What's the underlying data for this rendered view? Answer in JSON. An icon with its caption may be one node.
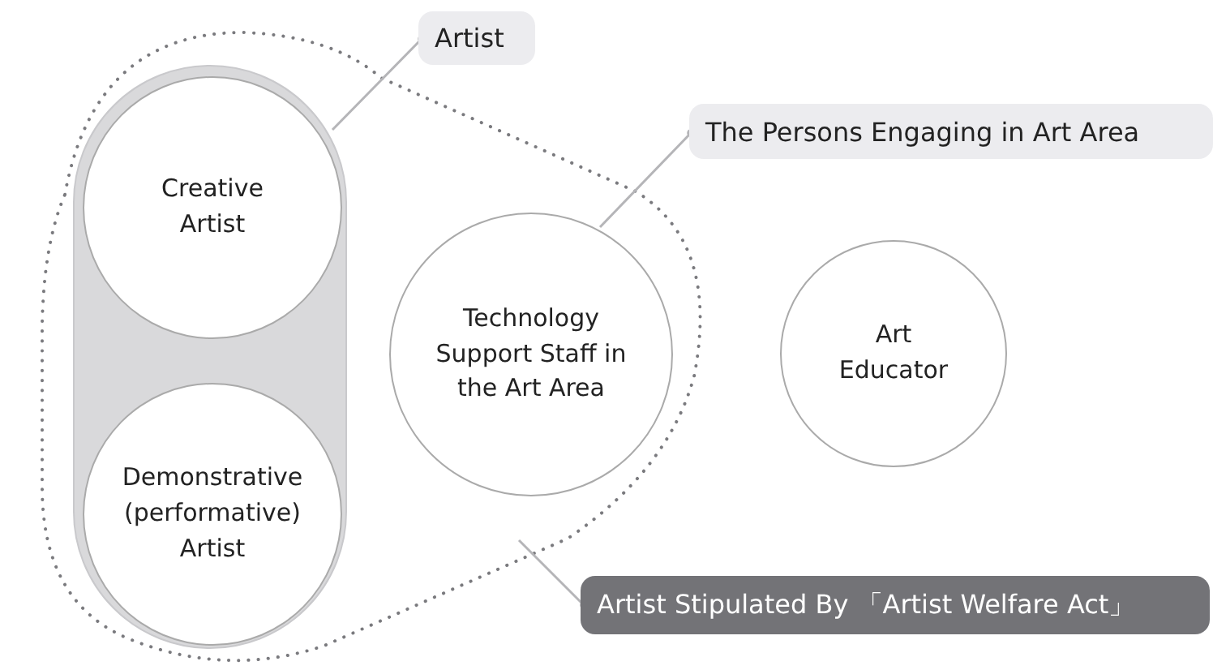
{
  "diagram": {
    "nodes": [
      {
        "text": [
          "Artist"
        ]
      },
      {
        "text": [
          "The Persons Engaging in Art Area"
        ]
      },
      {
        "text": [],
        "shape": "box"
      },
      {
        "text": [],
        "shape": "bar",
        "in": 2
      },
      {
        "text": [
          "Creative Artist"
        ],
        "in": 3
      },
      {
        "text": [
          "Demonstrative (performative) Artist"
        ],
        "in": 3
      },
      {
        "text": [
          "Technology Support Staff in the Art Area"
        ],
        "in": 2
      },
      {
        "text": [
          "Art Educator"
        ]
      },
      {
        "text": [
          "Artist Stipulated By 「Artist Welfare Act」"
        ]
      }
    ],
    "edges": [
      {
        "from": 0,
        "to": 3,
        "arrow": "other"
      },
      {
        "from": 1,
        "to": 6,
        "arrow": "other"
      },
      {
        "from": 8,
        "to": 2,
        "arrow": "other"
      }
    ]
  }
}
